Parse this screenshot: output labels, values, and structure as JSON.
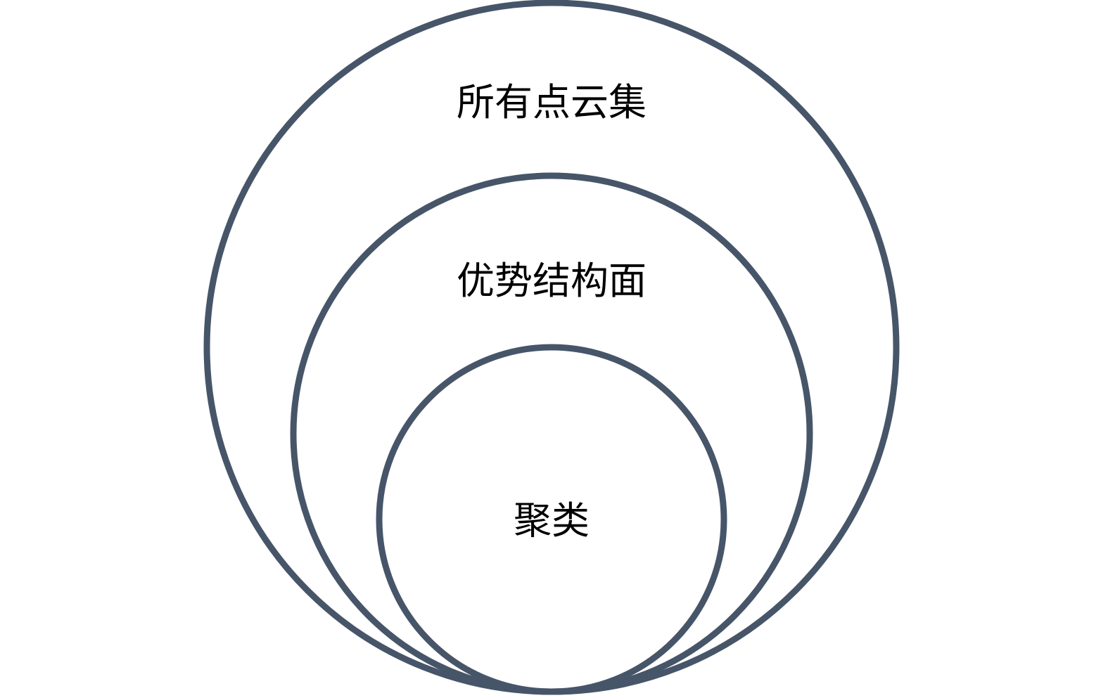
{
  "diagram": {
    "stroke_color": "#475569",
    "sets": [
      {
        "label": "所有点云集",
        "level": "outer"
      },
      {
        "label": "优势结构面",
        "level": "middle"
      },
      {
        "label": "聚类",
        "level": "inner"
      }
    ]
  }
}
